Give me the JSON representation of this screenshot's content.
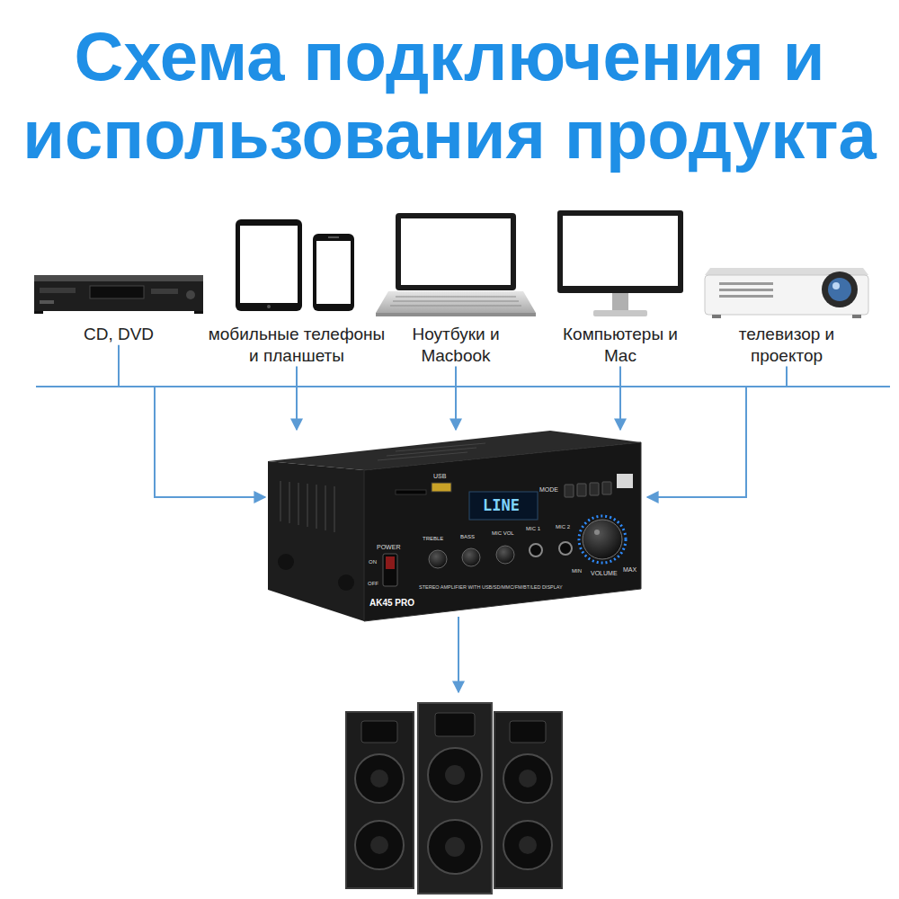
{
  "diagram": {
    "title": "Схема подключения и использования продукта",
    "nodes": [
      {
        "text": [
          "CD, DVD"
        ]
      },
      {
        "text": [
          "мобильные телефоны и планшеты"
        ]
      },
      {
        "text": [
          "Ноутбуки и Macbook"
        ]
      },
      {
        "text": [
          "Компьютеры и Mac"
        ]
      },
      {
        "text": [
          "телевизор и проектор"
        ]
      },
      {
        "text": [
          "USB",
          "LINE",
          "MODE",
          "POWER",
          "ON",
          "OFF",
          "TREBLE",
          "BASS",
          "MIC VOL",
          "MIC 1",
          "MIC 2",
          "MIN",
          "VOLUME",
          "MAX",
          "AK45 PRO",
          "STEREO AMPLIFIER WITH USB/SD/MMC/FM/BT/LED DISPLAY"
        ]
      }
    ],
    "edges": [
      {
        "from": 0,
        "to": 5,
        "arrow": "to"
      },
      {
        "from": 1,
        "to": 5,
        "arrow": "to"
      },
      {
        "from": 2,
        "to": 5,
        "arrow": "to"
      },
      {
        "from": 3,
        "to": 5,
        "arrow": "to"
      },
      {
        "from": 4,
        "to": 5,
        "arrow": "to"
      }
    ]
  }
}
